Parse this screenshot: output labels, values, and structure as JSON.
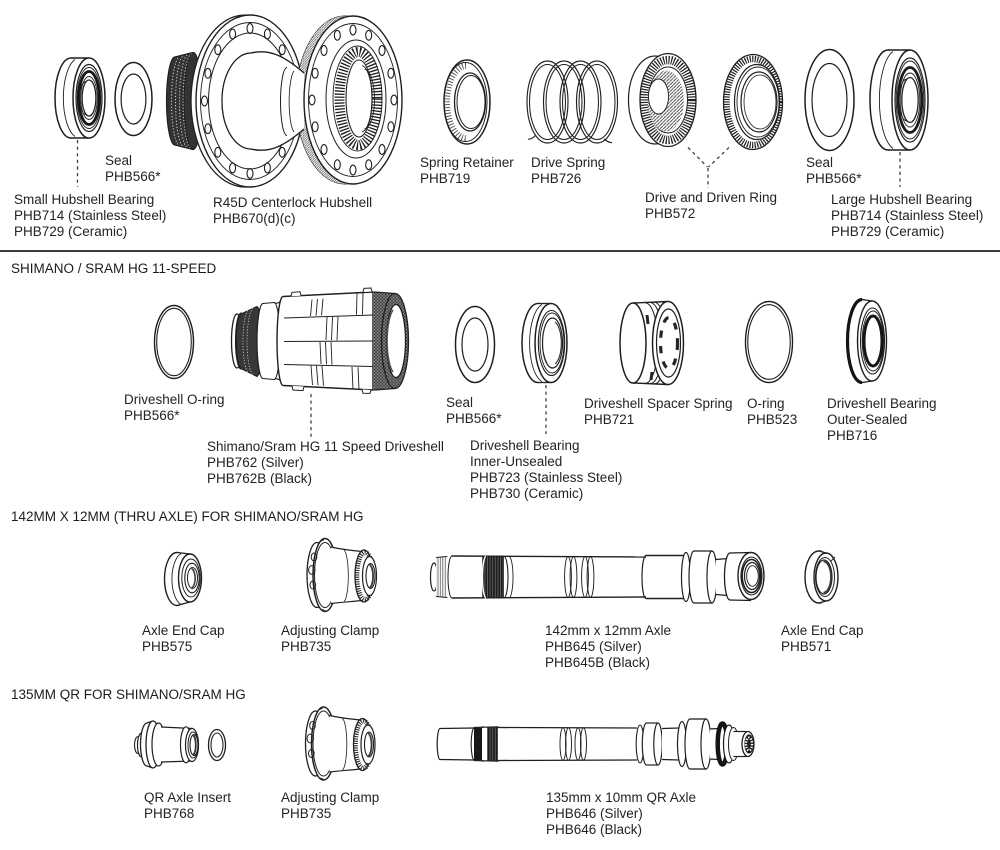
{
  "colors": {
    "ink": "#1f1f1f",
    "label_text": "#232323",
    "divider": "#3e3e3e",
    "background": "#ffffff"
  },
  "sections": {
    "hg11": {
      "header": "SHIMANO / SRAM HG 11-SPEED"
    },
    "thru_axle": {
      "header": "142MM X 12MM (THRU AXLE) FOR SHIMANO/SRAM HG"
    },
    "qr": {
      "header": "135MM QR FOR SHIMANO/SRAM HG"
    }
  },
  "labels": {
    "seal_left": {
      "lines": [
        "Seal",
        "PHB566*"
      ]
    },
    "small_hubshell_bearing": {
      "lines": [
        "Small Hubshell Bearing",
        "PHB714 (Stainless Steel)",
        "PHB729 (Ceramic)"
      ]
    },
    "hubshell": {
      "lines": [
        "R45D Centerlock Hubshell",
        "PHB670(d)(c)"
      ]
    },
    "spring_retainer": {
      "lines": [
        "Spring Retainer",
        "PHB719"
      ]
    },
    "drive_spring": {
      "lines": [
        "Drive Spring",
        "PHB726"
      ]
    },
    "drive_driven_ring": {
      "lines": [
        "Drive and Driven Ring",
        "PHB572"
      ]
    },
    "seal_right": {
      "lines": [
        "Seal",
        "PHB566*"
      ]
    },
    "large_hubshell_bearing": {
      "lines": [
        "Large Hubshell Bearing",
        "PHB714 (Stainless Steel)",
        "PHB729 (Ceramic)"
      ]
    },
    "driveshell_oring": {
      "lines": [
        "Driveshell O-ring",
        "PHB566*"
      ]
    },
    "driveshell": {
      "lines": [
        "Shimano/Sram HG 11 Speed Driveshell",
        "PHB762 (Silver)",
        "PHB762B (Black)"
      ]
    },
    "seal_mid": {
      "lines": [
        "Seal",
        "PHB566*"
      ]
    },
    "driveshell_bearing_inner": {
      "lines": [
        "Driveshell Bearing",
        "Inner-Unsealed",
        "PHB723 (Stainless Steel)",
        "PHB730 (Ceramic)"
      ]
    },
    "spacer_spring": {
      "lines": [
        "Driveshell Spacer Spring",
        "PHB721"
      ]
    },
    "oring_523": {
      "lines": [
        "O-ring",
        "PHB523"
      ]
    },
    "driveshell_bearing_outer": {
      "lines": [
        "Driveshell Bearing",
        "Outer-Sealed",
        "PHB716"
      ]
    },
    "axle_end_cap_575": {
      "lines": [
        "Axle End Cap",
        "PHB575"
      ]
    },
    "adjusting_clamp_1": {
      "lines": [
        "Adjusting Clamp",
        "PHB735"
      ]
    },
    "axle_142": {
      "lines": [
        "142mm x 12mm Axle",
        "PHB645 (Silver)",
        "PHB645B (Black)"
      ]
    },
    "axle_end_cap_571": {
      "lines": [
        "Axle End Cap",
        "PHB571"
      ]
    },
    "qr_axle_insert": {
      "lines": [
        "QR Axle Insert",
        "PHB768"
      ]
    },
    "adjusting_clamp_2": {
      "lines": [
        "Adjusting Clamp",
        "PHB735"
      ]
    },
    "qr_axle": {
      "lines": [
        "135mm x 10mm QR Axle",
        "PHB646 (Silver)",
        "PHB646 (Black)"
      ]
    }
  }
}
